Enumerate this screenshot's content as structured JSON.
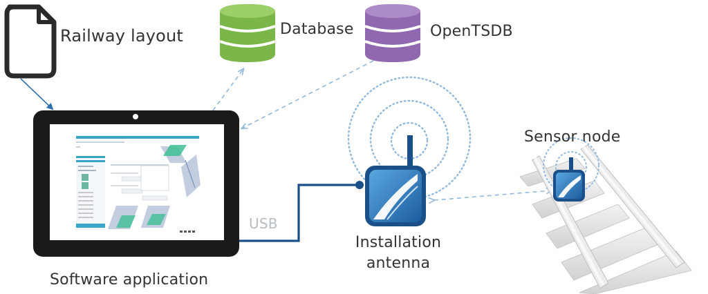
{
  "labels": {
    "railway_layout": "Railway layout",
    "database": "Database",
    "opentsdb": "OpenTSDB",
    "sensor_node": "Sensor node",
    "usb": "USB",
    "software_application": "Software application",
    "installation_antenna": "Installation antenna"
  },
  "colors": {
    "database": "#7ab648",
    "opentsdb": "#9068b0",
    "link_blue": "#1b4f8a",
    "arrow_blue": "#3f7fbf",
    "dashed_blue": "#8fb8dc",
    "tablet_frame": "#1a1a1a",
    "rail_gray": "#e3e3e3"
  },
  "icons": {
    "document": "document-icon",
    "database": "database-icon",
    "opentsdb": "opentsdb-database-icon",
    "tablet": "tablet-icon",
    "antenna": "antenna-icon",
    "sensor": "sensor-node-icon",
    "railway_track": "railway-track-icon"
  }
}
